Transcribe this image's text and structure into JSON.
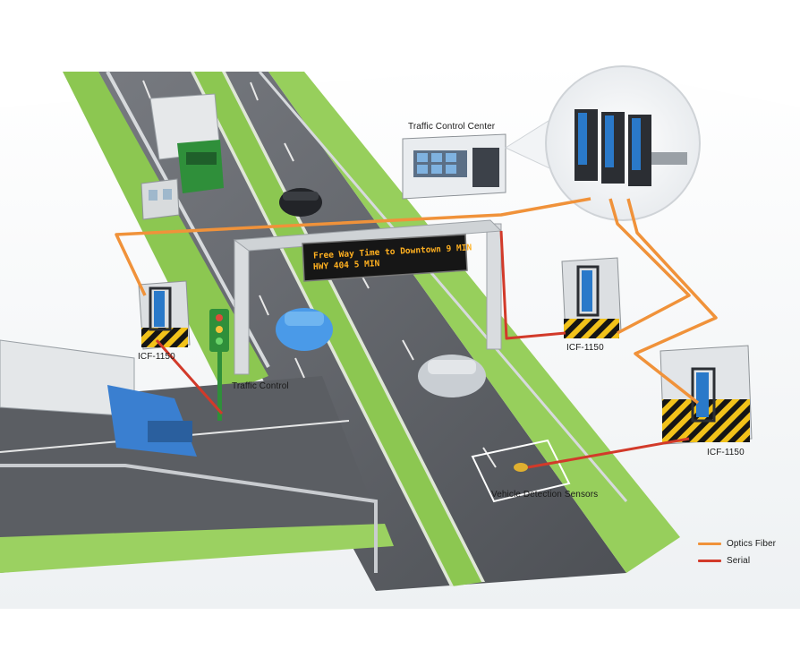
{
  "labels": {
    "traffic_control_center": "Traffic Control Center",
    "traffic_control": "Traffic Control",
    "vehicle_detection_sensors": "Vehicle Detection Sensors",
    "icf_1150_left": "ICF-1150",
    "icf_1150_mid": "ICF-1150",
    "icf_1150_right": "ICF-1150"
  },
  "sign": {
    "line1": "Free Way Time to Downtown 9 MIN",
    "line2": "HWY 404 5 MIN"
  },
  "legend": {
    "optic_fiber": "Optics Fiber",
    "serial": "Serial"
  },
  "colors": {
    "optic_fiber": "#f0923a",
    "serial": "#d23a2a",
    "road": "#5e6166",
    "grass": "#8cc751",
    "truck_green": "#2f8f3a",
    "truck_blue": "#3a7fd0",
    "car_blue": "#4a9ae8",
    "sign_bg": "#161616",
    "sign_text": "#ffb020"
  }
}
